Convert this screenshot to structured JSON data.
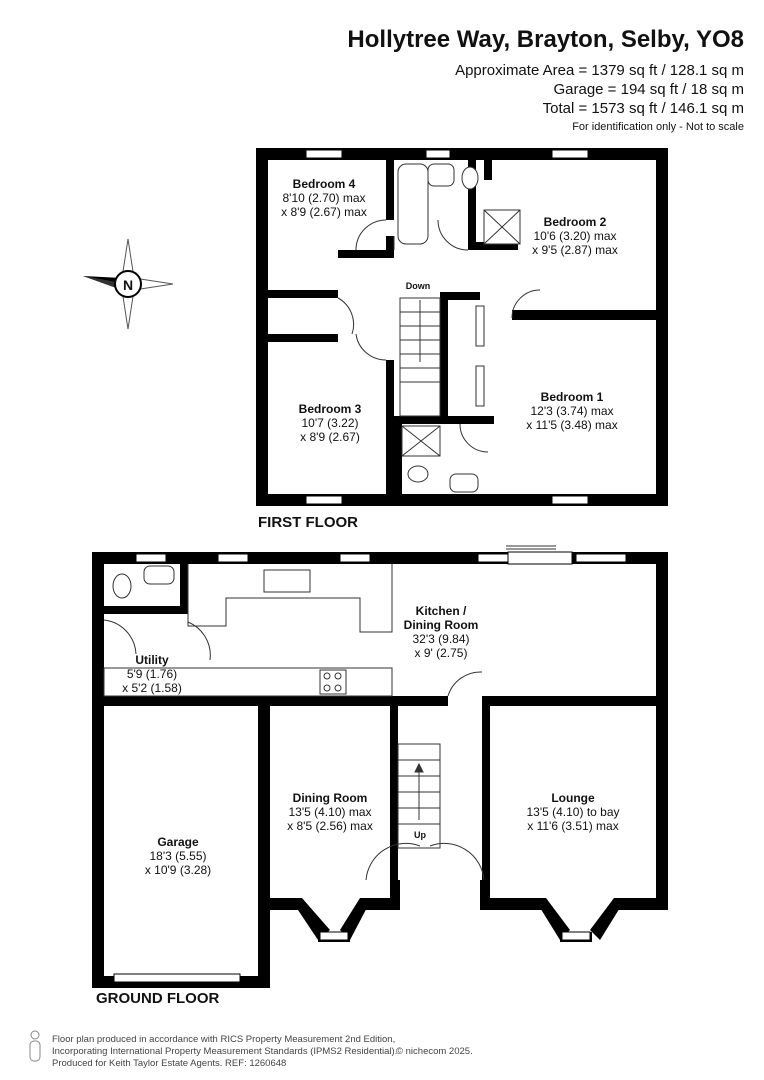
{
  "header": {
    "address": "Hollytree Way, Brayton, Selby, YO8",
    "area_lines": [
      "Approximate Area = 1379 sq ft / 128.1 sq m",
      "Garage = 194 sq ft / 18 sq m",
      "Total = 1573 sq ft / 146.1 sq m"
    ],
    "note": "For identification only - Not to scale"
  },
  "compass": {
    "label": "N"
  },
  "first_floor": {
    "label": "FIRST FLOOR",
    "down_label": "Down",
    "rooms": [
      {
        "name": "Bedroom 4",
        "dims": [
          "8'10 (2.70) max",
          "x 8'9 (2.67) max"
        ]
      },
      {
        "name": "Bedroom 2",
        "dims": [
          "10'6 (3.20) max",
          "x 9'5 (2.87) max"
        ]
      },
      {
        "name": "Bedroom 3",
        "dims": [
          "10'7 (3.22)",
          "x 8'9 (2.67)"
        ]
      },
      {
        "name": "Bedroom 1",
        "dims": [
          "12'3 (3.74) max",
          "x 11'5 (3.48) max"
        ]
      }
    ]
  },
  "ground_floor": {
    "label": "GROUND FLOOR",
    "up_label": "Up",
    "rooms": [
      {
        "name": "Kitchen /",
        "name2": "Dining Room",
        "dims": [
          "32'3 (9.84)",
          "x 9' (2.75)"
        ]
      },
      {
        "name": "Utility",
        "dims": [
          "5'9 (1.76)",
          "x 5'2 (1.58)"
        ]
      },
      {
        "name": "Garage",
        "dims": [
          "18'3 (5.55)",
          "x 10'9 (3.28)"
        ]
      },
      {
        "name": "Dining Room",
        "dims": [
          "13'5 (4.10) max",
          "x 8'5 (2.56) max"
        ]
      },
      {
        "name": "Lounge",
        "dims": [
          "13'5 (4.10) to bay",
          "x 11'6 (3.51) max"
        ]
      }
    ]
  },
  "footer": {
    "lines": [
      "Floor plan produced in accordance with RICS Property Measurement 2nd Edition,",
      "Incorporating International Property Measurement Standards (IPMS2 Residential).",
      "Produced for Keith Taylor Estate Agents.  REF: 1260648"
    ],
    "copyright": "© nichecom 2025."
  },
  "colors": {
    "wall": "#000000",
    "fixture": "#555555"
  }
}
